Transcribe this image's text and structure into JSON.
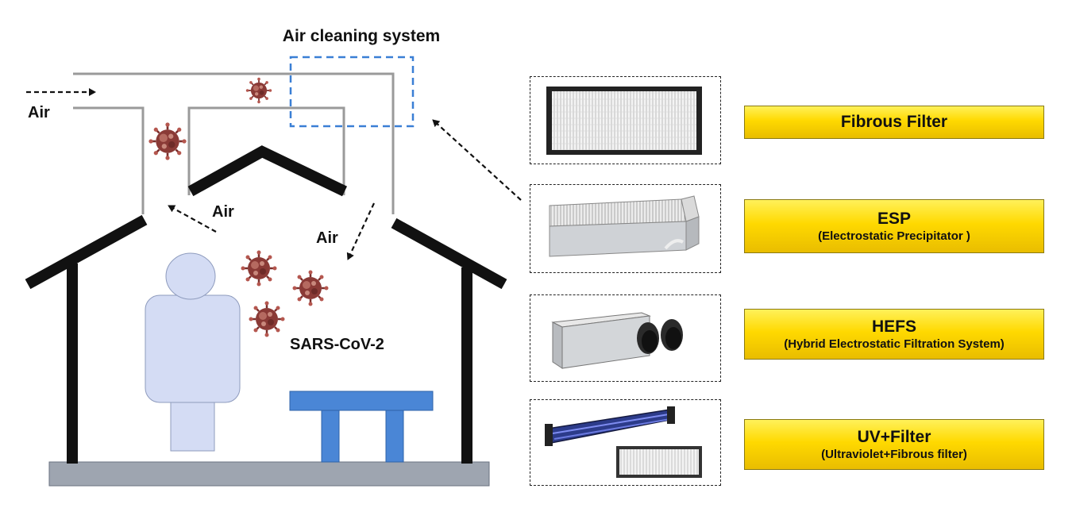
{
  "title": "Air cleaning system",
  "labels": {
    "air_inlet": "Air",
    "air_out": "Air",
    "air_in": "Air",
    "virus": "SARS-CoV-2"
  },
  "options": [
    {
      "main": "Fibrous Filter",
      "sub": ""
    },
    {
      "main": "ESP",
      "sub": "(Electrostatic Precipitator )"
    },
    {
      "main": "HEFS",
      "sub": "(Hybrid Electrostatic Filtration System)"
    },
    {
      "main": "UV+Filter",
      "sub": "(Ultraviolet+Fibrous filter)"
    }
  ],
  "colors": {
    "badge": "#ffd900",
    "house": "#111111",
    "duct": "#9a9a9a",
    "system_box": "#3a7fd5",
    "person": "#d4dcf4",
    "table": "#4a86d6",
    "floor": "#9ea5b0",
    "virus": "#8a3a36"
  }
}
